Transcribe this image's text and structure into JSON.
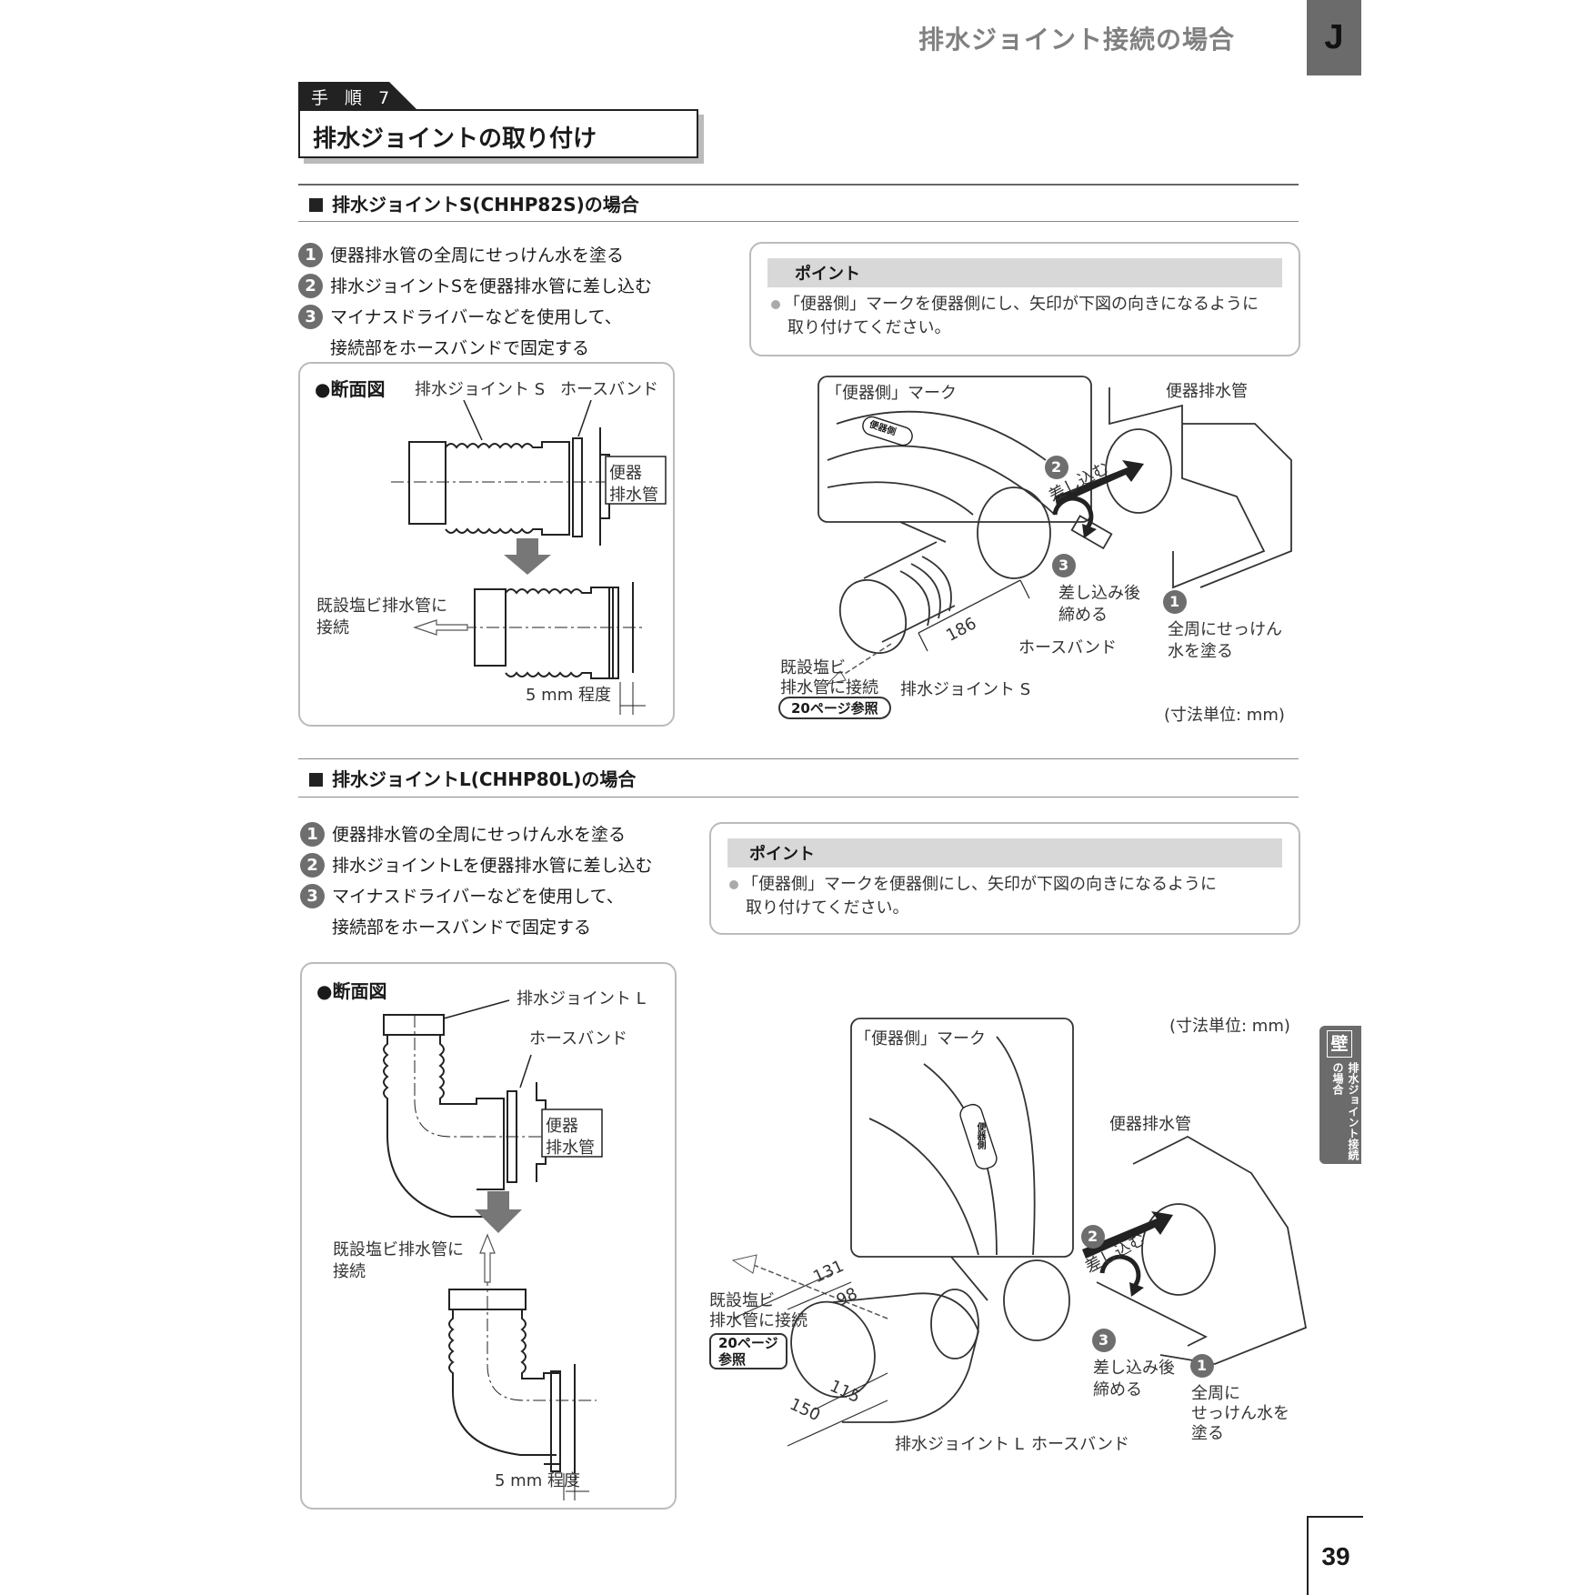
{
  "header": {
    "title": "排水ジョイント接続の場合",
    "tab_letter": "J"
  },
  "step": {
    "tag": "手 順 7",
    "title": "排水ジョイントの取り付け"
  },
  "section_s": {
    "title": "排水ジョイントS(CHHP82S)の場合",
    "steps": [
      {
        "num": "1",
        "text": "便器排水管の全周にせっけん水を塗る"
      },
      {
        "num": "2",
        "text": "排水ジョイントSを便器排水管に差し込む"
      },
      {
        "num": "3",
        "text": "マイナスドライバーなどを使用して、",
        "text2": "接続部をホースバンドで固定する"
      }
    ],
    "point": {
      "title": "ポイント",
      "line1": "「便器側」マークを便器側にし、矢印が下図の向きになるように",
      "line2": "取り付けてください。"
    },
    "cross": {
      "title": "●断面図",
      "joint": "排水ジョイント S",
      "band": "ホースバンド",
      "toilet1": "便器",
      "toilet2": "排水管",
      "pvc1": "既設塩ビ排水管に",
      "pvc2": "接続",
      "gap": "5 mm 程度"
    },
    "illust": {
      "mark": "「便器側」マーク",
      "toilet_pipe": "便器排水管",
      "insert": "差し込む",
      "tighten1": "差し込み後",
      "tighten2": "締める",
      "soap1": "全周にせっけん",
      "soap2": "水を塗る",
      "dim": "186",
      "band": "ホースバンド",
      "joint": "排水ジョイント S",
      "pvc1": "既設塩ビ",
      "pvc2": "排水管に接続",
      "ref": "20ページ参照",
      "unit": "(寸法単位: mm)",
      "n1": "1",
      "n2": "2",
      "n3": "3",
      "badge": "便器側"
    }
  },
  "section_l": {
    "title": "排水ジョイントL(CHHP80L)の場合",
    "steps": [
      {
        "num": "1",
        "text": "便器排水管の全周にせっけん水を塗る"
      },
      {
        "num": "2",
        "text": "排水ジョイントLを便器排水管に差し込む"
      },
      {
        "num": "3",
        "text": "マイナスドライバーなどを使用して、",
        "text2": "接続部をホースバンドで固定する"
      }
    ],
    "point": {
      "title": "ポイント",
      "line1": "「便器側」マークを便器側にし、矢印が下図の向きになるように",
      "line2": "取り付けてください。"
    },
    "cross": {
      "title": "●断面図",
      "joint": "排水ジョイント L",
      "band": "ホースバンド",
      "toilet1": "便器",
      "toilet2": "排水管",
      "pvc1": "既設塩ビ排水管に",
      "pvc2": "接続",
      "gap": "5 mm 程度"
    },
    "illust": {
      "unit": "(寸法単位: mm)",
      "mark": "「便器側」マーク",
      "toilet_pipe": "便器排水管",
      "insert": "差し込む",
      "tighten1": "差し込み後",
      "tighten2": "締める",
      "soap1": "全周に",
      "soap2": "せっけん水を",
      "soap3": "塗る",
      "d131": "131",
      "d98": "98",
      "d115": "115",
      "d150": "150",
      "pvc1": "既設塩ビ",
      "pvc2": "排水管に接続",
      "ref1": "20ページ",
      "ref2": "参照",
      "joint": "排水ジョイント L",
      "band": "ホースバンド",
      "n1": "1",
      "n2": "2",
      "n3": "3",
      "badge": "便器側"
    }
  },
  "side_tab": {
    "kanji": "壁",
    "text": "排水ジョイント接続の場合"
  },
  "page_number": "39"
}
